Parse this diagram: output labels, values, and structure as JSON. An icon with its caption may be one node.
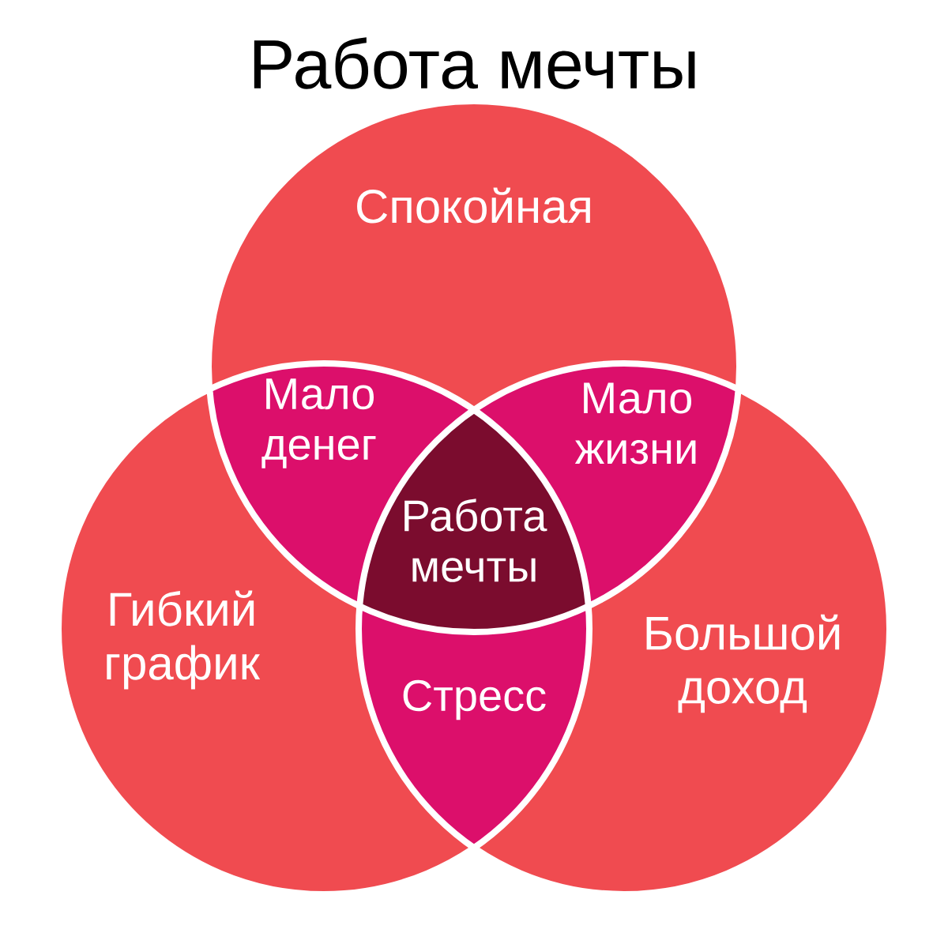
{
  "diagram": {
    "title": "Работа мечты",
    "nodes": [
      {
        "text": [
          "Спокойная"
        ]
      },
      {
        "text": [
          "Гибкий график"
        ]
      },
      {
        "text": [
          "Большой доход"
        ]
      },
      {
        "text": [
          "Мало денег"
        ]
      },
      {
        "text": [
          "Мало жизни"
        ]
      },
      {
        "text": [
          "Стресс"
        ]
      },
      {
        "text": [
          "Работа мечты"
        ]
      }
    ]
  }
}
